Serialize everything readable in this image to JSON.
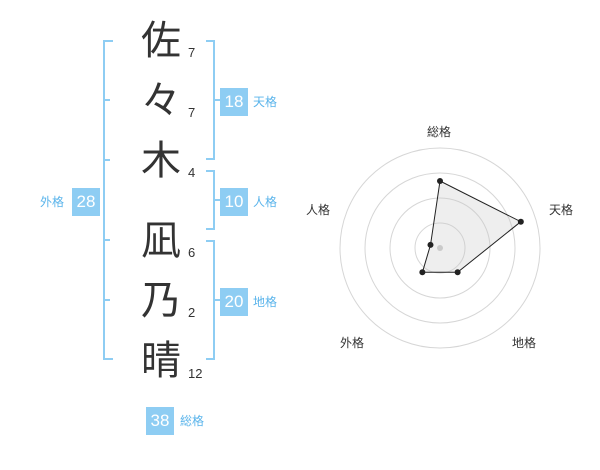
{
  "name": {
    "chars": [
      {
        "char": "佐",
        "strokes": "7"
      },
      {
        "char": "々",
        "strokes": "7"
      },
      {
        "char": "木",
        "strokes": "4"
      },
      {
        "char": "凪",
        "strokes": "6"
      },
      {
        "char": "乃",
        "strokes": "2"
      },
      {
        "char": "晴",
        "strokes": "12"
      }
    ]
  },
  "kaku": {
    "tenkaku": {
      "value": "18",
      "label": "天格"
    },
    "jinkaku": {
      "value": "10",
      "label": "人格"
    },
    "chikaku": {
      "value": "20",
      "label": "地格"
    },
    "gaikaku": {
      "value": "28",
      "label": "外格"
    },
    "soukaku": {
      "value": "38",
      "label": "総格"
    }
  },
  "radar": {
    "axes": [
      "総格",
      "天格",
      "地格",
      "外格",
      "人格"
    ],
    "values": [
      0.67,
      0.85,
      0.3,
      0.3,
      0.1
    ],
    "rings": 4
  },
  "colors": {
    "bracket": "#8ecdf3",
    "box": "#8ecdf3",
    "label": "#5ab4eb"
  }
}
